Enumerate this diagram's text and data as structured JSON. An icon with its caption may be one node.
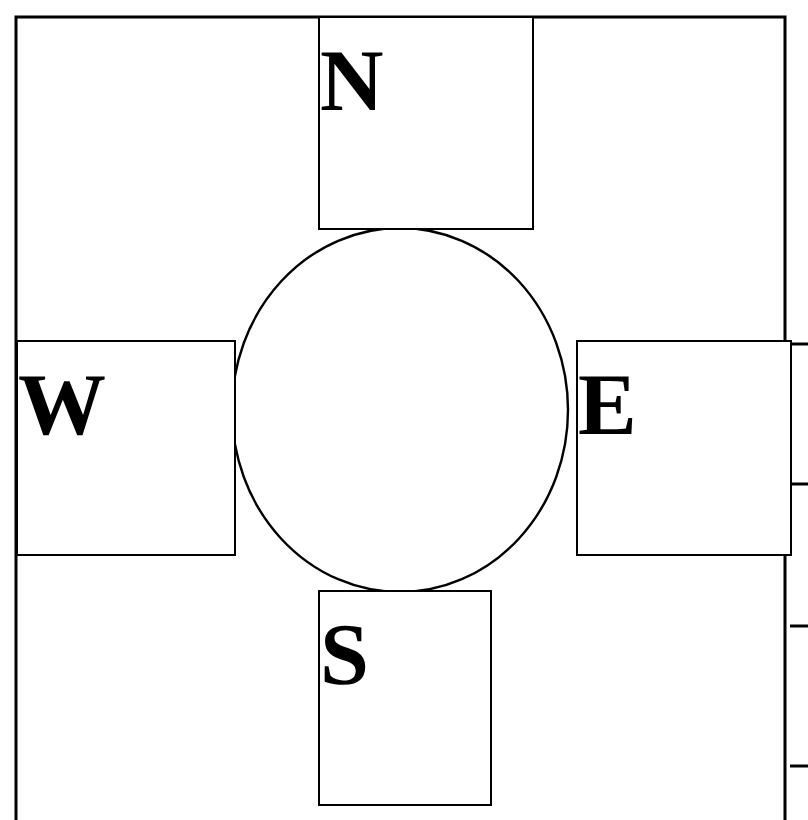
{
  "diagram": {
    "nodes": [
      {
        "text": [
          "N"
        ]
      },
      {
        "text": [
          "W"
        ]
      },
      {
        "text": [],
        "shape": "circle"
      },
      {
        "text": [
          "E"
        ]
      },
      {
        "text": [
          "S"
        ]
      }
    ],
    "edges": []
  }
}
